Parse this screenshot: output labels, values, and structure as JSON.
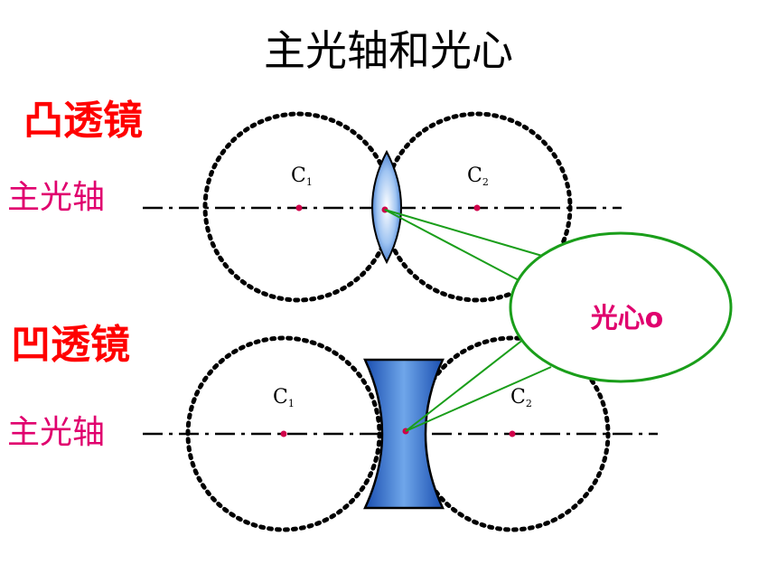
{
  "title": "主光轴和光心",
  "convex": {
    "heading": "凸透镜",
    "axis_label": "主光轴",
    "c1": "C",
    "c1_sub": "1",
    "c2": "C",
    "c2_sub": "2"
  },
  "concave": {
    "heading": "凹透镜",
    "axis_label": "主光轴",
    "c1": "C",
    "c1_sub": "1",
    "c2": "C",
    "c2_sub": "2"
  },
  "callout": "光心o",
  "colors": {
    "heading": "#ff0000",
    "axis_label": "#e0006e",
    "callout_text": "#e0006e",
    "callout_stroke": "#1a9e1a",
    "lens_fill": "#3a7fd8",
    "point": "#d0004a"
  }
}
